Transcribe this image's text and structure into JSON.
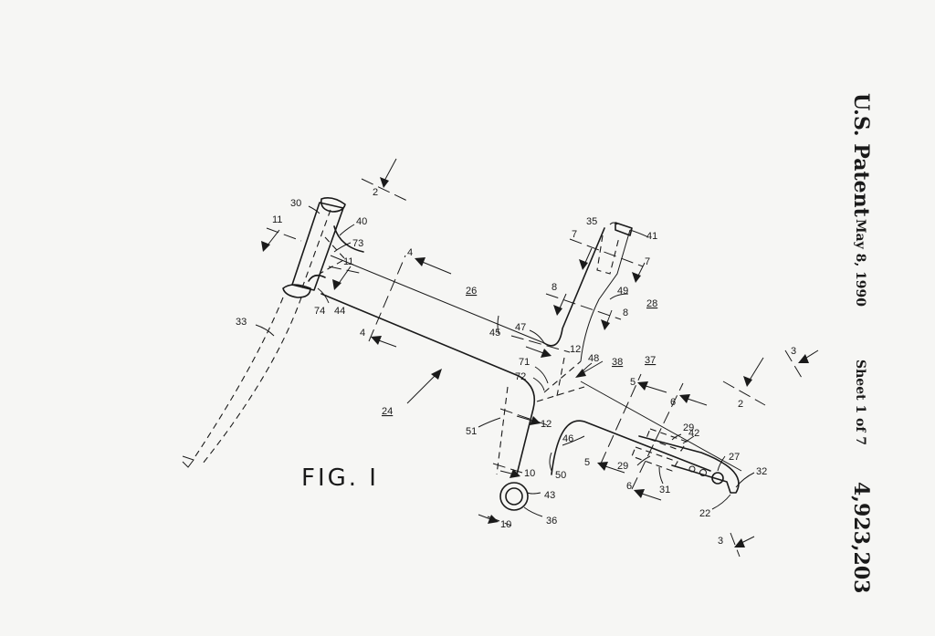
{
  "header": {
    "publisher": "U.S. Patent",
    "date": "May 8, 1990",
    "sheet": "Sheet 1 of 7",
    "patent_number": "4,923,203"
  },
  "figure": {
    "label": "FIG. I"
  },
  "refs": {
    "r2": "2",
    "r3": "3",
    "r4": "4",
    "r5": "5",
    "r6": "6",
    "r7": "7",
    "r8": "8",
    "r10": "10",
    "r11": "11",
    "r12": "12",
    "r22": "22",
    "r24": "24",
    "r26": "26",
    "r27": "27",
    "r28": "28",
    "r29": "29",
    "r30": "30",
    "r31": "31",
    "r32": "32",
    "r33": "33",
    "r35": "35",
    "r36": "36",
    "r37": "37",
    "r38": "38",
    "r40": "40",
    "r41": "41",
    "r42": "42",
    "r43": "43",
    "r44": "44",
    "r45": "45",
    "r46": "46",
    "r47": "47",
    "r48": "48",
    "r49": "49",
    "r50": "50",
    "r51": "51",
    "r71": "71",
    "r72": "72",
    "r73": "73",
    "r74": "74"
  }
}
